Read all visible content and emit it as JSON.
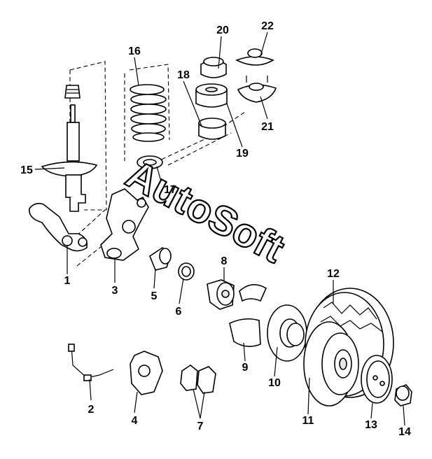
{
  "watermark": "AutoSoft",
  "callouts": [
    {
      "id": "1",
      "name": "part-1-lower-arm"
    },
    {
      "id": "2",
      "name": "part-2-brake-hose"
    },
    {
      "id": "3",
      "name": "part-3-steering-knuckle"
    },
    {
      "id": "4",
      "name": "part-4-brake-caliper"
    },
    {
      "id": "5",
      "name": "part-5-bushing"
    },
    {
      "id": "6",
      "name": "part-6-seal-ring"
    },
    {
      "id": "7",
      "name": "part-7-brake-pads"
    },
    {
      "id": "8",
      "name": "part-8-wheel-bearing"
    },
    {
      "id": "9",
      "name": "part-9-splash-shield"
    },
    {
      "id": "10",
      "name": "part-10-brake-disc"
    },
    {
      "id": "11",
      "name": "part-11-wheel-rim"
    },
    {
      "id": "12",
      "name": "part-12-tire"
    },
    {
      "id": "13",
      "name": "part-13-wheel-cover"
    },
    {
      "id": "14",
      "name": "part-14-hub-cap"
    },
    {
      "id": "15",
      "name": "part-15-shock-absorber"
    },
    {
      "id": "16",
      "name": "part-16-coil-spring"
    },
    {
      "id": "17",
      "name": "part-17-spring-seat"
    },
    {
      "id": "18",
      "name": "part-18-bump-stop"
    },
    {
      "id": "19",
      "name": "part-19-spring-insulator"
    },
    {
      "id": "20",
      "name": "part-20-upper-bumper"
    },
    {
      "id": "21",
      "name": "part-21-strut-mount"
    },
    {
      "id": "22",
      "name": "part-22-dust-cap"
    }
  ]
}
